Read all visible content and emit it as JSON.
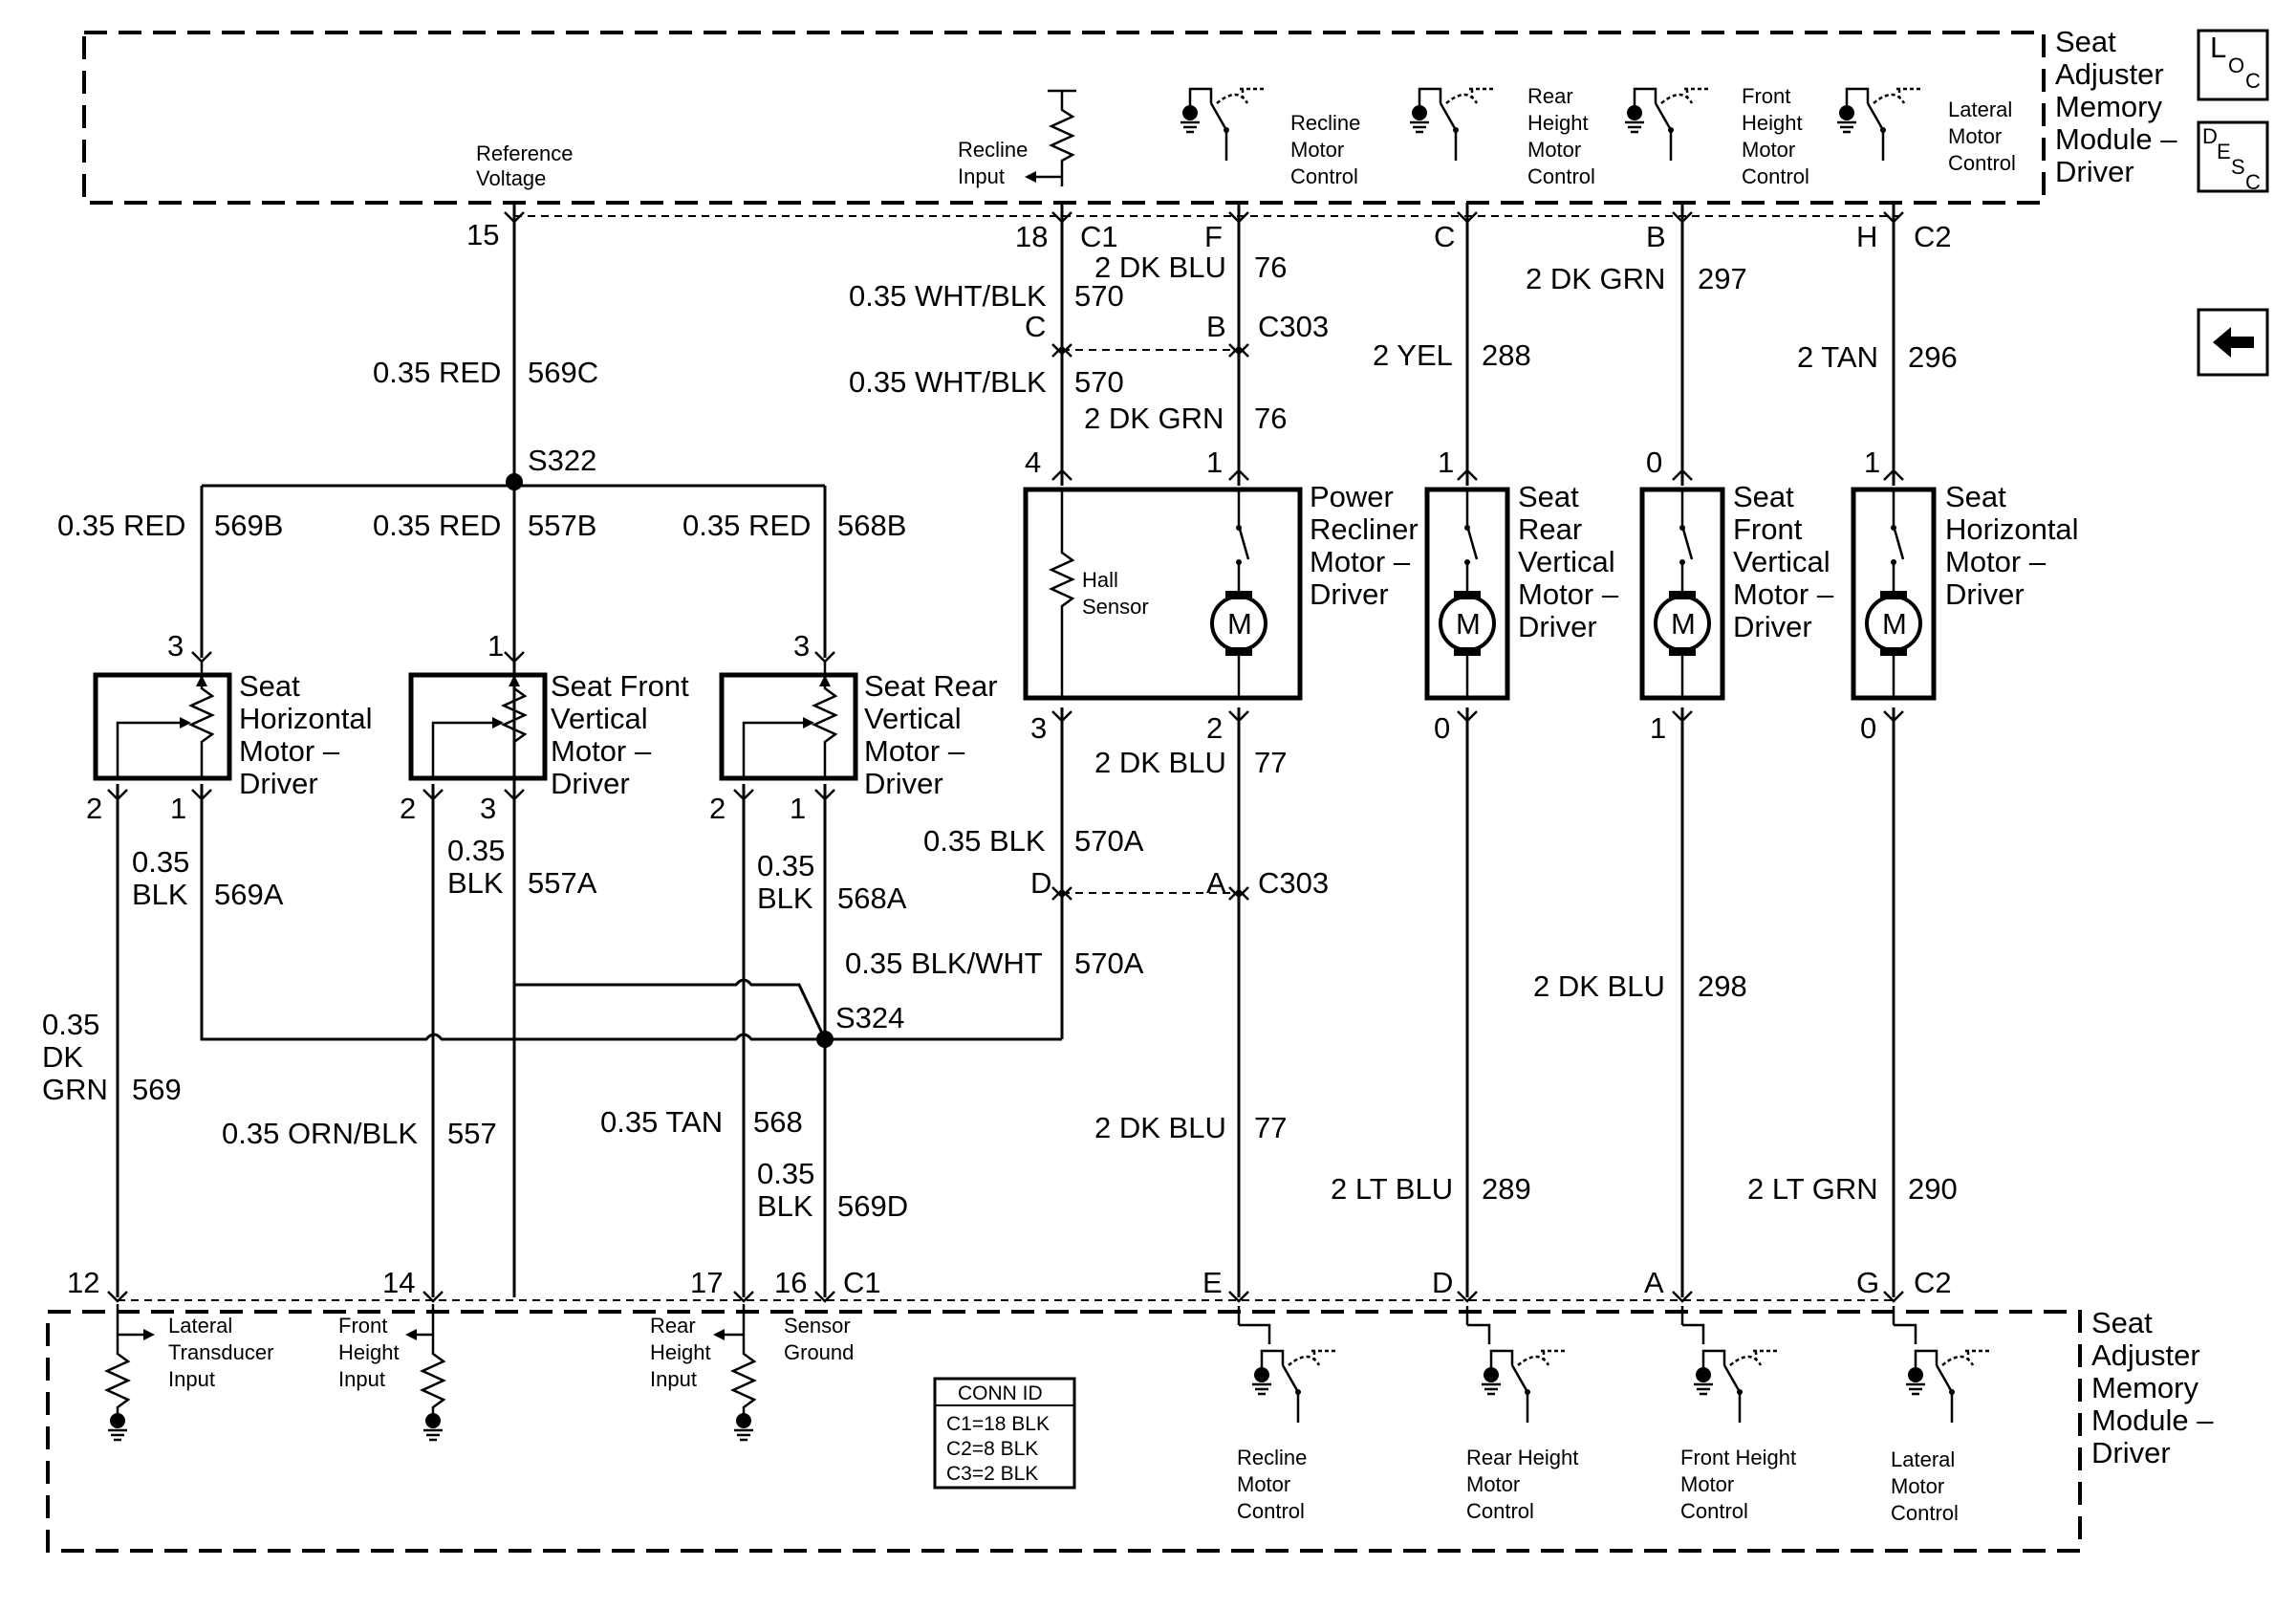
{
  "module": {
    "title_lines": [
      "Seat",
      "Adjuster",
      "Memory",
      "Module –",
      "Driver"
    ]
  },
  "side_icons": {
    "loc": [
      "L",
      "O",
      "C"
    ],
    "desc": [
      "D",
      "E",
      "S",
      "C"
    ],
    "back": "back-arrow-icon"
  },
  "top_labels": {
    "reference_voltage": [
      "Reference",
      "Voltage"
    ],
    "recline_input": [
      "Recline",
      "Input"
    ],
    "recline_motor_control": [
      "Recline",
      "Motor",
      "Control"
    ],
    "rear_height_motor_control": [
      "Rear",
      "Height",
      "Motor",
      "Control"
    ],
    "front_height_motor_control": [
      "Front",
      "Height",
      "Motor",
      "Control"
    ],
    "lateral_motor_control": [
      "Lateral",
      "Motor",
      "Control"
    ]
  },
  "top_pins": {
    "p15": "15",
    "p18": "18",
    "c1": "C1",
    "pF": "F",
    "pC": "C",
    "pB": "B",
    "pH": "H",
    "c2": "C2"
  },
  "wires": {
    "w76_top": [
      "2 DK BLU",
      "76"
    ],
    "w570_top": [
      "0.35 WHT/BLK",
      "570"
    ],
    "w570_bot": [
      "0.35 WHT/BLK",
      "570"
    ],
    "w76_bot": [
      "2 DK GRN",
      "76"
    ],
    "w569c": [
      "0.35 RED",
      "569C"
    ],
    "w288": [
      "2 YEL",
      "288"
    ],
    "w297": [
      "2 DK GRN",
      "297"
    ],
    "w296": [
      "2 TAN",
      "296"
    ],
    "w569b": [
      "0.35 RED",
      "569B"
    ],
    "w557b": [
      "0.35 RED",
      "557B"
    ],
    "w568b": [
      "0.35 RED",
      "568B"
    ],
    "w77_top": [
      "2 DK BLU",
      "77"
    ],
    "w570a_top": [
      "0.35 BLK",
      "570A"
    ],
    "w570a_bot": [
      "0.35 BLK/WHT",
      "570A"
    ],
    "w569a": [
      "0.35",
      "BLK",
      "569A"
    ],
    "w557a": [
      "0.35",
      "BLK",
      "557A"
    ],
    "w568a": [
      "0.35",
      "BLK",
      "568A"
    ],
    "w569": [
      "0.35",
      "DK",
      "GRN",
      "569"
    ],
    "w557": [
      "0.35 ORN/BLK",
      "557"
    ],
    "w568": [
      "0.35 TAN",
      "568"
    ],
    "w569d": [
      "0.35",
      "BLK",
      "569D"
    ],
    "w77_bot": [
      "2 DK BLU",
      "77"
    ],
    "w298": [
      "2 DK BLU",
      "298"
    ],
    "w289": [
      "2 LT BLU",
      "289"
    ],
    "w290": [
      "2 LT GRN",
      "290"
    ]
  },
  "connectors": {
    "c303_top": {
      "left": "C",
      "right": "B",
      "name": "C303"
    },
    "c303_bot": {
      "left": "D",
      "right": "A",
      "name": "C303"
    }
  },
  "splices": {
    "s322": "S322",
    "s324": "S324"
  },
  "components": {
    "recliner": {
      "lines": [
        "Power",
        "Recliner",
        "Motor –",
        "Driver"
      ],
      "pin_top_left": "4",
      "pin_top_right": "1",
      "pin_bot_left": "3",
      "pin_bot_right": "2",
      "hall": [
        "Hall",
        "Sensor"
      ],
      "motor": "M"
    },
    "rear_vertical_motor": {
      "lines": [
        "Seat",
        "Rear",
        "Vertical",
        "Motor –",
        "Driver"
      ],
      "pin_top": "1",
      "pin_bot": "0",
      "motor": "M"
    },
    "front_vertical_motor": {
      "lines": [
        "Seat",
        "Front",
        "Vertical",
        "Motor –",
        "Driver"
      ],
      "pin_top": "0",
      "pin_bot": "1",
      "motor": "M"
    },
    "horizontal_motor": {
      "lines": [
        "Seat",
        "Horizontal",
        "Motor –",
        "Driver"
      ],
      "pin_top": "1",
      "pin_bot": "0",
      "motor": "M"
    },
    "horizontal_sensor": {
      "lines": [
        "Seat",
        "Horizontal",
        "Motor –",
        "Driver"
      ],
      "pin_top": "3",
      "pin_bl": "2",
      "pin_br": "1"
    },
    "front_vertical_sensor": {
      "lines": [
        "Seat Front",
        "Vertical",
        "Motor –",
        "Driver"
      ],
      "pin_top": "1",
      "pin_bl": "2",
      "pin_br": "3"
    },
    "rear_vertical_sensor": {
      "lines": [
        "Seat Rear",
        "Vertical",
        "Motor –",
        "Driver"
      ],
      "pin_top": "3",
      "pin_bl": "2",
      "pin_br": "1"
    }
  },
  "bottom_pins": {
    "p12": "12",
    "p14": "14",
    "p17": "17",
    "p16": "16",
    "c1": "C1",
    "pE": "E",
    "pD": "D",
    "pA": "A",
    "pG": "G",
    "c2": "C2"
  },
  "bottom_labels": {
    "lateral_transducer_input": [
      "Lateral",
      "Transducer",
      "Input"
    ],
    "front_height_input": [
      "Front",
      "Height",
      "Input"
    ],
    "rear_height_input": [
      "Rear",
      "Height",
      "Input"
    ],
    "sensor_ground": [
      "Sensor",
      "Ground"
    ],
    "recline_motor_control": [
      "Recline",
      "Motor",
      "Control"
    ],
    "rear_height_motor_control": [
      "Rear Height",
      "Motor",
      "Control"
    ],
    "front_height_motor_control": [
      "Front Height",
      "Motor",
      "Control"
    ],
    "lateral_motor_control": [
      "Lateral",
      "Motor",
      "Control"
    ]
  },
  "conn_id": {
    "title": "CONN ID",
    "rows": [
      "C1=18 BLK",
      "C2=8 BLK",
      "C3=2 BLK"
    ]
  }
}
